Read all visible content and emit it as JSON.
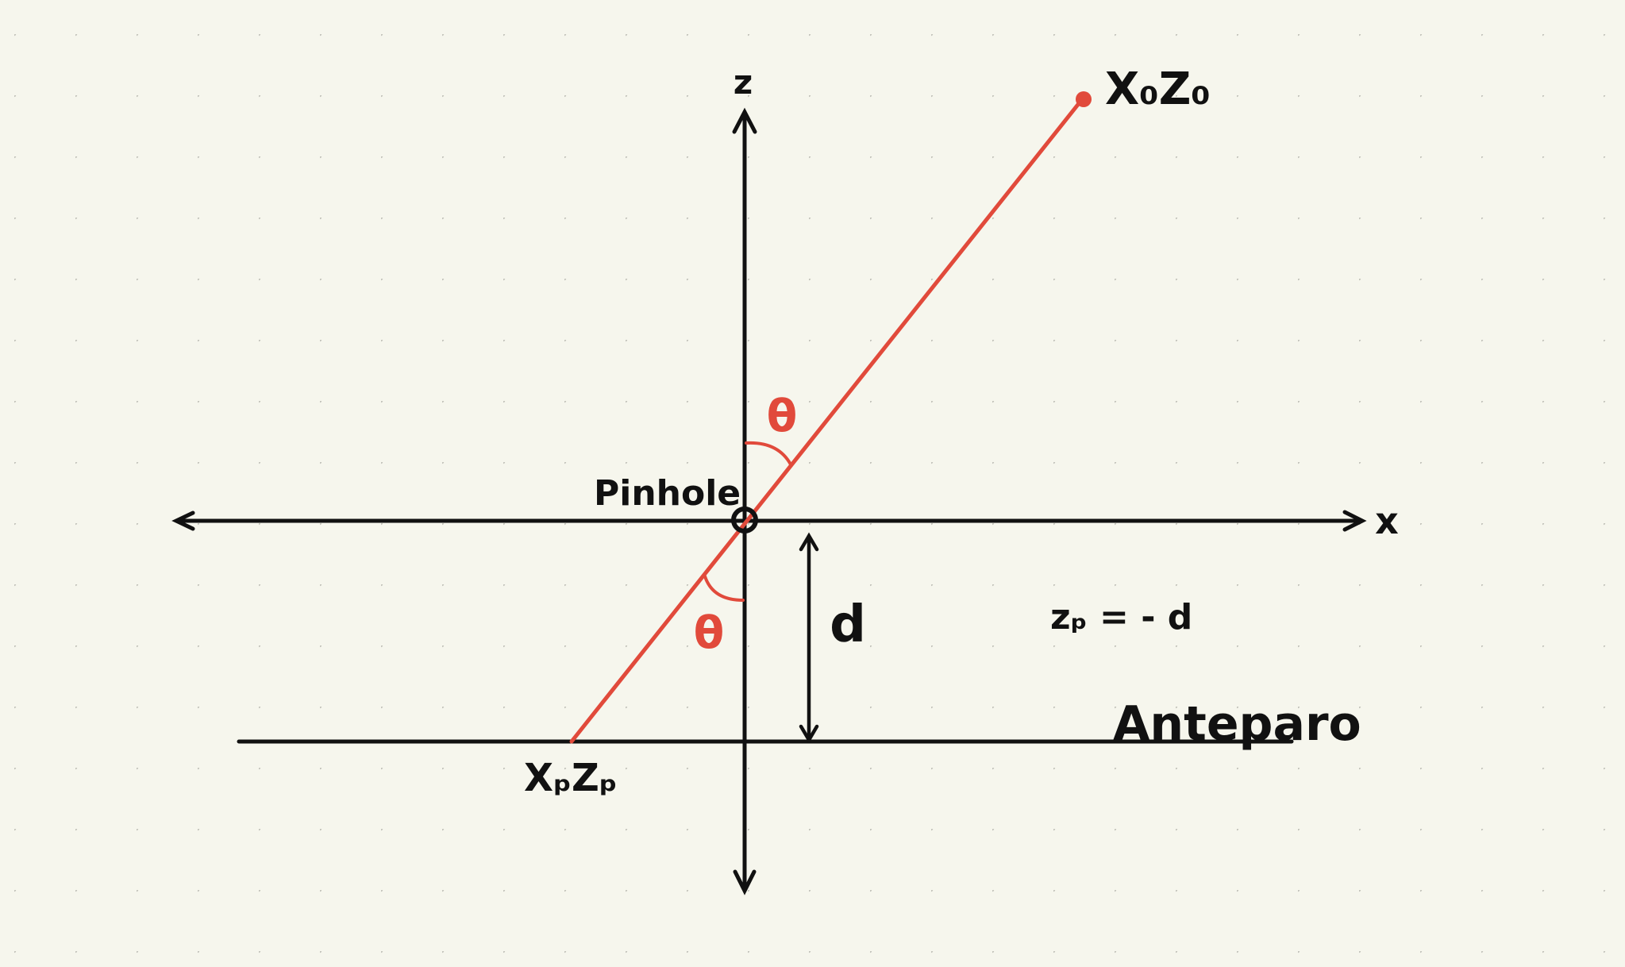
{
  "colors": {
    "background": "#f6f6ed",
    "grid_dot": "#c4c4bc",
    "ink": "#111111",
    "ray": "#e14a3b"
  },
  "labels": {
    "z_axis": "z",
    "x_axis": "x",
    "object_point": "X₀Z₀",
    "pinhole": "Pinhole",
    "angle_top": "θ",
    "angle_bottom": "θ",
    "distance": "d",
    "equation": "zₚ = - d",
    "plane_name": "Anteparo",
    "image_point": "XₚZₚ"
  }
}
